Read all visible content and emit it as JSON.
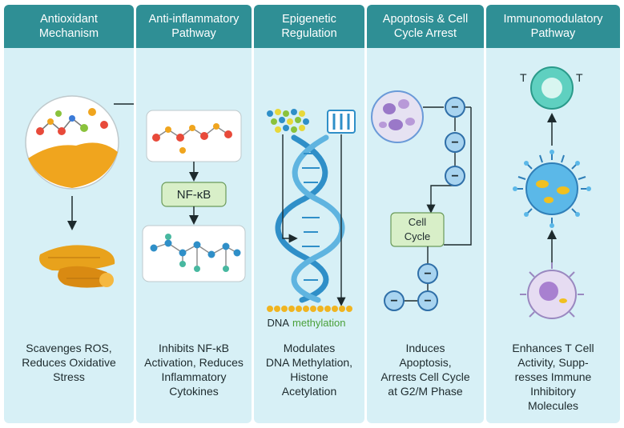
{
  "panels": [
    {
      "title": "Antioxidant\nMechanism",
      "description": "Scavenges ROS,\nReduces Oxidative\nStress"
    },
    {
      "title": "Anti-inflammatory\nPathway",
      "description": "Inhibits NF-κB\nActivation, Reduces\nInflammatory\nCytokines",
      "box_label": "NF-κB"
    },
    {
      "title": "Epigenetic\nRegulation",
      "description": "Modulates\nDNA Methylation,\nHistone\nAcetylation",
      "dna_label_1": "DNA",
      "dna_label_2": "methylation"
    },
    {
      "title": "Apoptosis & Cell\nCycle Arrest",
      "description": "Induces\nApoptosis,\nArrests Cell Cycle\nat G2/M Phase",
      "box_label": "Cell\nCycle"
    },
    {
      "title": "Immunomodulatory\nPathway",
      "description": "Enhances T Cell\nActivity, Supp-\nresses Immune\nInhibitory\nMolecules",
      "t_label": "T"
    }
  ],
  "colors": {
    "header": "#2f8f95",
    "panel": "#d7f0f6",
    "turmeric": "#e8a21c",
    "dna": "#2f8fc8",
    "methyl": "#f0b420"
  }
}
